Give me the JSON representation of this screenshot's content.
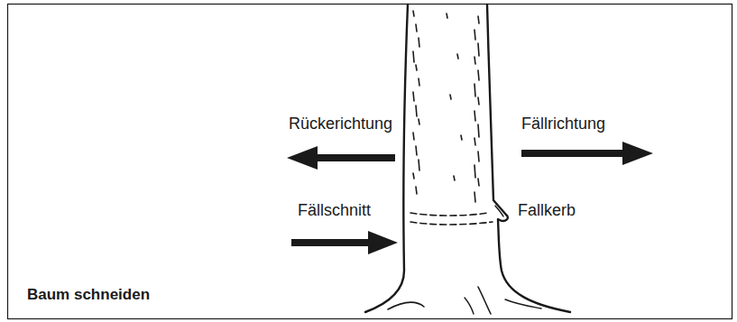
{
  "diagram": {
    "caption": "Baum schneiden",
    "labels": [
      "Rückerichtung",
      "Fällrichtung",
      "Fällschnitt",
      "Fallkerb"
    ]
  }
}
